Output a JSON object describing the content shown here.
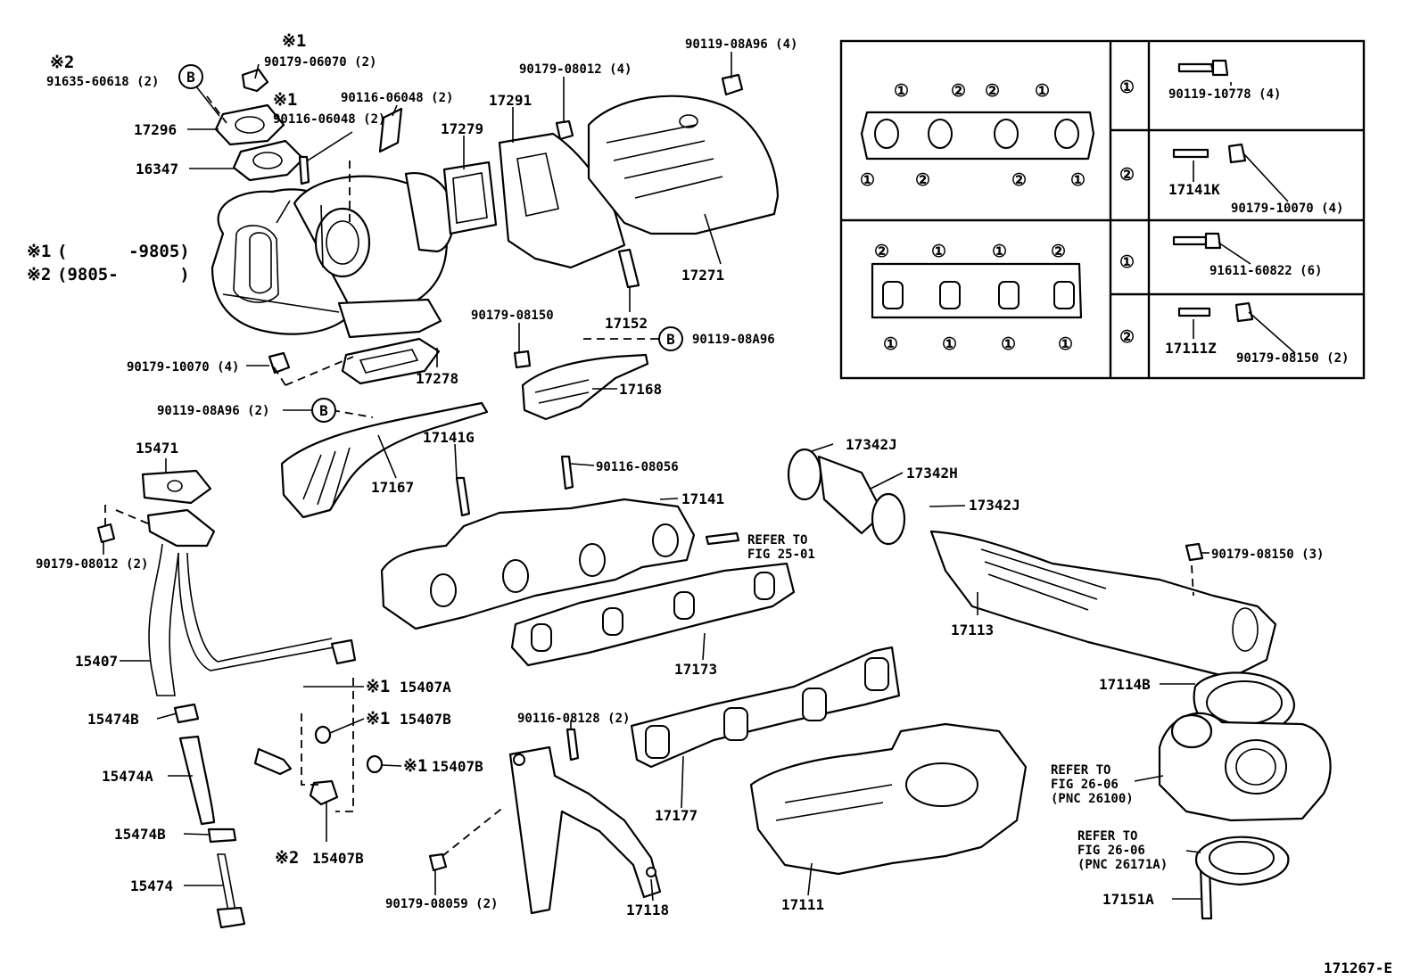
{
  "labels": {
    "n1": "90179-06070 (2)",
    "n2": "91635-60618 (2)",
    "n3": "90116-06048 (2)",
    "n4": "90116-06048 (2)",
    "n5": "17296",
    "n6": "16347",
    "n7": "90179-08012 (4)",
    "n8": "90119-08A96 (4)",
    "n9": "17291",
    "n10": "17279",
    "n11": "17271",
    "n12": "17152",
    "n13": "90179-08150",
    "n14": "90119-08A96",
    "n15": "90179-10070 (4)",
    "n16": "17278",
    "n17": "17168",
    "n18": "90119-08A96 (2)",
    "n19": "17141G",
    "n20": "17167",
    "n21": "15471",
    "n22": "90116-08056",
    "n23": "17141",
    "n24": "17342J",
    "n25": "17342H",
    "n26": "17342J",
    "n27": "90179-08012 (2)",
    "n28": "15407",
    "n29": "15407A",
    "n30": "15407B",
    "n31": "15407B",
    "n32": "15474B",
    "n33": "15474A",
    "n34": "15474B",
    "n35": "15474",
    "n36": "15407B",
    "n37": "17173",
    "n38": "17113",
    "n39": "90179-08150 (3)",
    "n40": "17114B",
    "n41": "90116-08128 (2)",
    "n42": "17177",
    "n43": "90179-08059 (2)",
    "n44": "17118",
    "n45": "17111",
    "n46": "17151A",
    "n47": "171267-E"
  },
  "markers": {
    "m1": "※1",
    "m2": "※2",
    "m3": "※1",
    "m4": "※1",
    "m5": "※1",
    "m6": "※1",
    "m7": "※2",
    "b": "B"
  },
  "legend": {
    "row1_key": "※1",
    "row1_range": "(      -9805)",
    "row2_key": "※2",
    "row2_range": "(9805-      )"
  },
  "refer": {
    "r1_line1": "REFER TO",
    "r1_line2": "FIG 25-01",
    "r2_line1": "REFER TO",
    "r2_line2": "FIG 26-06",
    "r2_line3": "(PNC 26100)",
    "r3_line1": "REFER TO",
    "r3_line2": "FIG 26-06",
    "r3_line3": "(PNC 26171A)"
  },
  "table": {
    "c1": "①",
    "c2": "②",
    "p1": "90119-10778 (4)",
    "p2a": "17141K",
    "p2b": "90179-10070 (4)",
    "p3": "91611-60822 (6)",
    "p4a": "17111Z",
    "p4b": "90179-08150 (2)"
  }
}
